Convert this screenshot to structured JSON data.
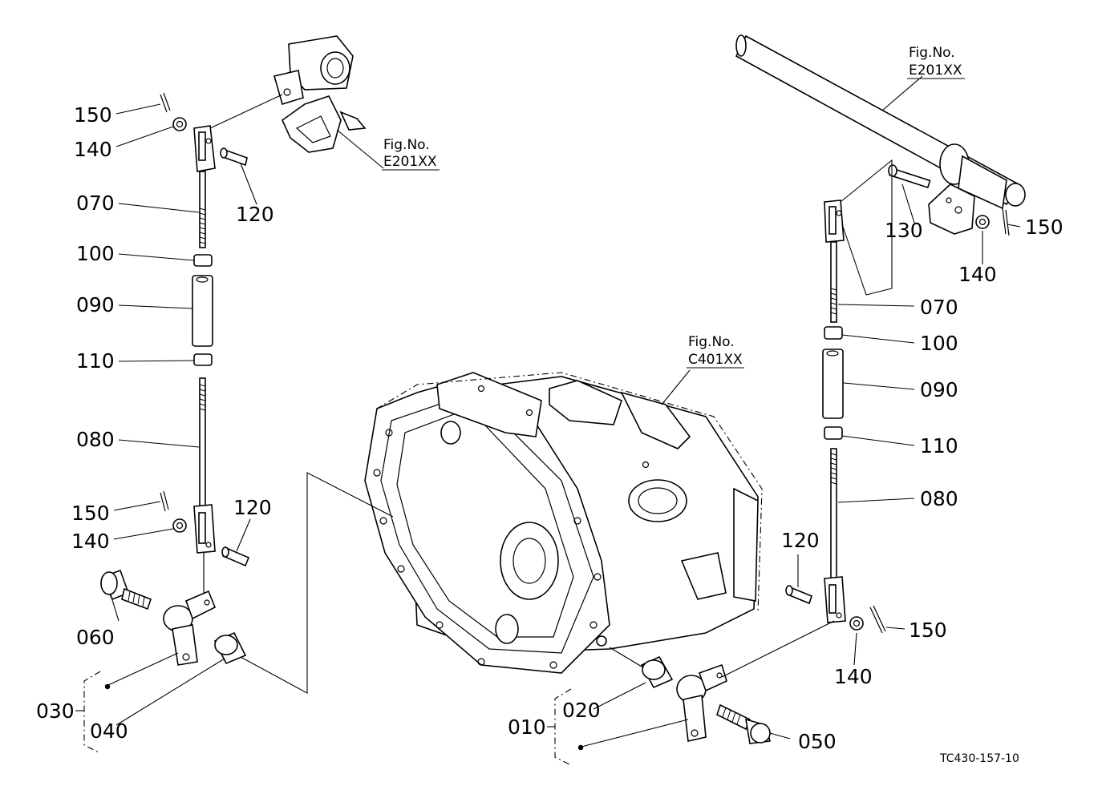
{
  "figure_refs": {
    "top_left": {
      "caption": "Fig.No.",
      "code": "E201XX"
    },
    "top_right": {
      "caption": "Fig.No.",
      "code": "E201XX"
    },
    "center": {
      "caption": "Fig.No.",
      "code": "C401XX"
    }
  },
  "left_callouts": {
    "c150a": "150",
    "c140a": "140",
    "c120a": "120",
    "c070": "070",
    "c100": "100",
    "c090": "090",
    "c110": "110",
    "c080": "080",
    "c150b": "150",
    "c140b": "140",
    "c120b": "120",
    "c060": "060",
    "c030": "030",
    "c040": "040"
  },
  "right_callouts": {
    "c130": "130",
    "c150a": "150",
    "c140a": "140",
    "c070": "070",
    "c100": "100",
    "c090": "090",
    "c110": "110",
    "c080": "080",
    "c120": "120",
    "c150b": "150",
    "c140b": "140",
    "c020": "020",
    "c010": "010",
    "c050": "050"
  },
  "drawing_code": "TC430-157-10"
}
